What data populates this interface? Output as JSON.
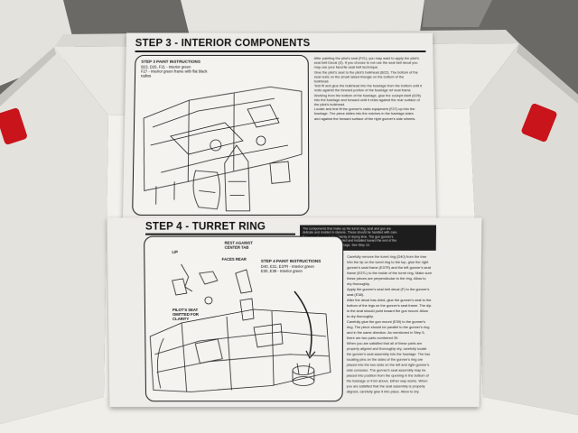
{
  "step3": {
    "title": "STEP 3 - INTERIOR COMPONENTS",
    "paint_heading": "STEP 3 PAINT INSTRUCTIONS",
    "paint_lines": [
      "B23, D25, F21 - Interior green",
      "F27 - Interior green frame with flat black",
      "radios"
    ],
    "instructions": [
      "After painting the pilot's seat (F21), you may want to apply the pilot's",
      "seat belt Decal (D). If you choose to not use the seat belt decal you",
      "may use your favorite seat belt technique.",
      "Glue the pilot's seat to the pilot's bulkhead (B22). The bottom of the",
      "seat rests on the small raised triangle on the bottom of the",
      "bulkhead.",
      "Test fit and glue the bulkhead into the fuselage from the bottom until it",
      "rests against the forward portion of the fuselage ref seat frame.",
      "Working from the bottom of the fuselage, glue the cockpit shelf (D25)",
      "into the fuselage and forward until it rests against the rear surface of",
      "the pilot's bulkhead.",
      "Locate and test fit the gunner's radio equipment (F27) up into the",
      "fuselage. The piece slides into the notches in the fuselage sides",
      "and against the forward surface of the right gunner's side wheels."
    ]
  },
  "step4": {
    "title": "STEP 4 - TURRET RING",
    "labels": [
      "LIP",
      "REST AGAINST CENTER TAB",
      "FACES REAR",
      "PILOT'S SEAT OMITTED FOR CLARITY"
    ],
    "paint_heading": "STEP 4 PAINT INSTRUCTIONS",
    "paint_lines": [
      "D40, E31, E37R - Interior green",
      "E30, E39 - Interior green"
    ],
    "note": [
      "The components that make up the turret ring, seat and gun are",
      "delicate and molded in styrene. These should be handled with care.",
      "Take your time and allow plenty of drying time. The gun gunner's",
      "machine gun is best assembled and installed toward the end of the",
      "kit construction to avoid breakage. See Step 13."
    ],
    "instructions": [
      "Carefully remove the turret ring (D40) from the tree",
      "trim the tip on the turret ring to the top, glue the right",
      "gunner's seat frame (E37R) and the left gunner's seat",
      "frame (E37L) to the inside of the turret ring. Make sure",
      "these pieces are perpendicular to the ring. Allow to",
      "dry thoroughly.",
      "Apply the gunner's seat belt decal (F) to the gunner's",
      "seat (E38).",
      "After the decal has dried, glue the gunner's seat to the",
      "bottom of the legs on the gunner's seat frame. The dip",
      "in the seat should point toward the gun mount. Allow",
      "to dry thoroughly.",
      "Carefully glue the gun mount (E39) to the gunner's",
      "ring. The piece should be parallel to the gunner's ring",
      "and in the same direction. As mentioned in Step 5,",
      "there are two parts numbered 39.",
      "When you are satisfied that all of these parts are",
      "properly aligned and thoroughly dry, carefully locate",
      "the gunner's seat assembly into the fuselage. The two",
      "locating pins on the sides of the gunner's ring are",
      "placed into the two slots on the left and right gunner's",
      "side consoles. The gunner's seat assembly may be",
      "placed into position from the opening in the bottom of",
      "the fuselage or from above. Either way works. When",
      "you are satisfied that the seat assembly is properly",
      "aligned, carefully glue it into place. Allow to dry."
    ]
  },
  "colors": {
    "clip": "#c8141a",
    "paper": "#eeece8",
    "box_white": "#f2f1ec"
  }
}
